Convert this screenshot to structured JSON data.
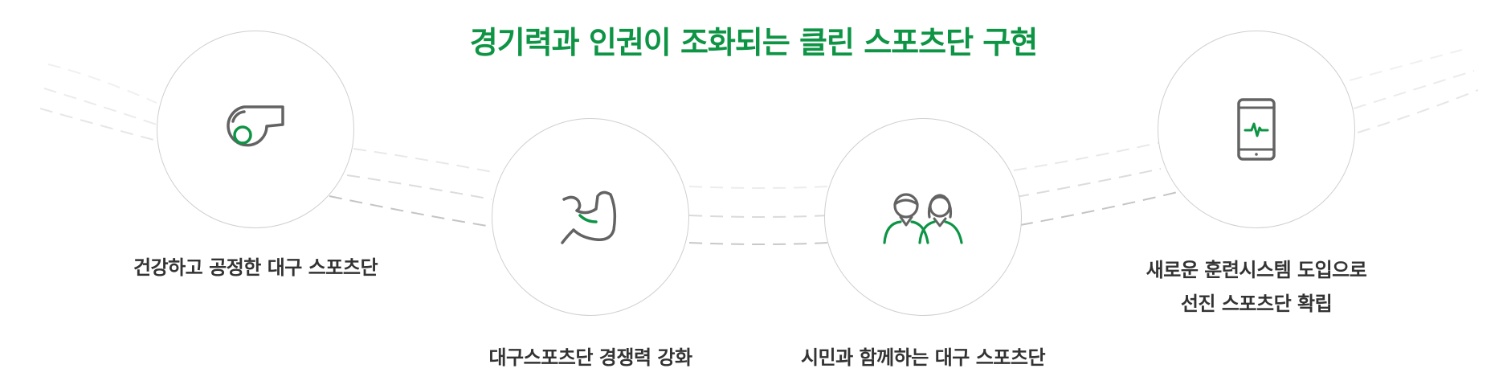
{
  "title": "경기력과 인권이 조화되는 클린 스포츠단 구현",
  "colors": {
    "accent": "#0d9444",
    "icon_gray": "#636363",
    "circle_border": "#cfcfcf",
    "text": "#333333"
  },
  "items": [
    {
      "icon": "whistle-icon",
      "lines": [
        "건강하고 공정한 대구 스포츠단"
      ]
    },
    {
      "icon": "muscle-arm-icon",
      "lines": [
        "대구스포츠단 경쟁력 강화"
      ]
    },
    {
      "icon": "people-icon",
      "lines": [
        "시민과 함께하는 대구 스포츠단"
      ]
    },
    {
      "icon": "tablet-heartbeat-icon",
      "lines": [
        "새로운 훈련시스템 도입으로",
        "선진 스포츠단 확립"
      ]
    }
  ]
}
